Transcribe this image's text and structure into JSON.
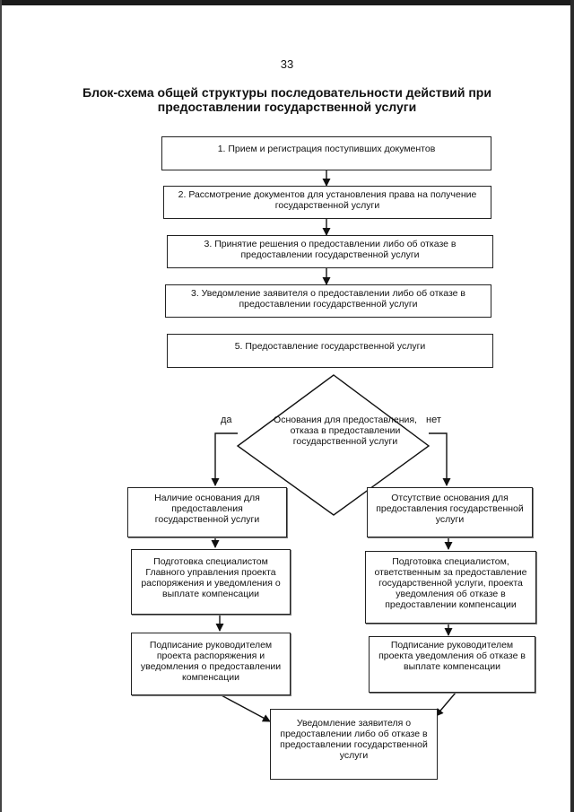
{
  "page_number": "33",
  "title": "Блок-схема общей структуры последовательности действий при предоставлении государственной услуги",
  "steps": [
    "1. Прием и регистрация поступивших документов",
    "2. Рассмотрение документов для установления права на получение государственной услуги",
    "3. Принятие решения о предоставлении либо об отказе в предоставлении государственной услуги",
    "3. Уведомление заявителя о предоставлении либо об отказе в предоставлении государственной услуги",
    "5. Предоставление государственной услуги"
  ],
  "decision": "Основания для предоставления, отказа в предоставлении государственной услуги",
  "yes_label": "да",
  "no_label": "нет",
  "yes_branch": [
    "Наличие основания для предоставления государственной услуги",
    "Подготовка специалистом Главного управления проекта распоряжения и уведомления о выплате компенсации",
    "Подписание руководителем проекта распоряжения и уведомления о предоставлении компенсации"
  ],
  "no_branch": [
    "Отсутствие основания для предоставления государственной услуги",
    "Подготовка специалистом, ответственным за предоставление государственной услуги, проекта уведомления об отказе в предоставлении компенсации",
    "Подписание руководителем проекта уведомления об отказе в выплате компенсации"
  ],
  "final_step": "Уведомление заявителя о предоставлении либо об отказе в предоставлении государственной услуги"
}
